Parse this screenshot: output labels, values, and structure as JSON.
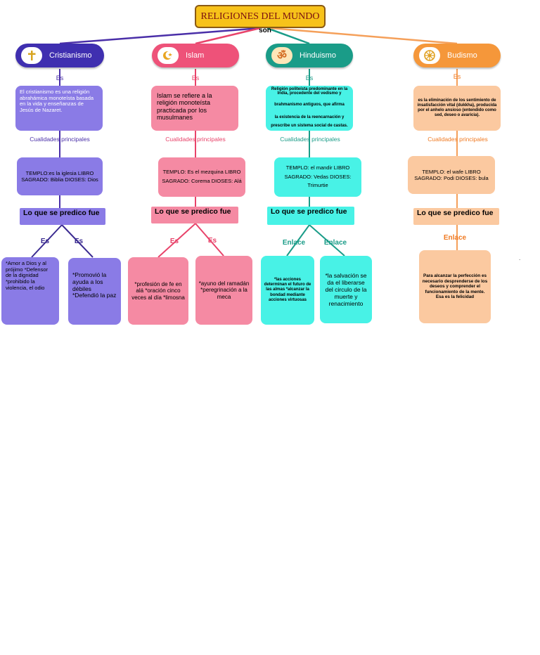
{
  "title": "RELIGIONES DEL MUNDO",
  "son": "son",
  "colors": {
    "cristianismo": "#7b6ee0",
    "islam": "#ef5f7e",
    "hinduismo": "#1a9c88",
    "budismo": "#f5973a"
  },
  "cristianismo": {
    "name": "Cristianismo",
    "icon": "cross-icon",
    "es": "Es",
    "definition": "El cristianismo es una religión abrahámica monoteísta basada en la vida y enseñanzas de Jesús de Nazaret.",
    "cualidades": "Cualidades principales",
    "qualities": "TEMPLO:es la iglesia LIBRO SAGRADO: Biblia DIOSES: Dios",
    "predico": "Lo que se predico fue",
    "es_left": "Es",
    "es_right": "Es",
    "left_text": "*Amor a Dios y al prójimo *Defensor de la dignidad *prohibido la violencia, el odio",
    "right_text": "*Promovió la ayuda a los débiles *Defendió la paz"
  },
  "islam": {
    "name": "Islam",
    "icon": "crescent-star-icon",
    "es": "Es",
    "definition": "Islam se refiere a la religión monoteísta practicada por los musulmanes",
    "cualidades": "Cualidades principales",
    "qualities": "TEMPLO: Es el mezquina LIBRO SAGRADO: Corema DIOSES: Alá",
    "predico": "Lo que se predico fue",
    "es_left": "Es",
    "es_right": "Es",
    "left_text": "*profesión de fe en alá *oración cinco veces al día *limosna",
    "right_text": "*ayuno del ramadán *peregrinación a la meca"
  },
  "hinduismo": {
    "name": "Hinduismo",
    "icon": "om-icon",
    "es": "Es",
    "definition_1": "Religión politeísta predominante en la India, procedente del vedismo y",
    "definition_2": "brahmanismo antiguos, que afirma",
    "definition_3": "la existencia de la reencarnación y",
    "definition_4": "prescribe un sistema social de castas.",
    "cualidades": "Cualidades principales",
    "qualities": "TEMPLO: el mandir LIBRO SAGRADO: Vedas DIOSES: Trimurtie",
    "predico": "Lo que se predico fue",
    "enlace_left": "Enlace",
    "enlace_right": "Enlace",
    "left_text": "*las acciones determinan el futuro de las almas *alcanzar la bondad mediante acciones virtuosas",
    "right_text": "*la salvación se da el liberarse del circulo de la muerte y renacimiento"
  },
  "budismo": {
    "name": "Budismo",
    "icon": "dharma-wheel-icon",
    "es": "Es",
    "definition": "es la eliminación de los sentimiento de insatisfacción vital (dukkha), producida por el anhelo ansioso (entendido como sed, deseo o avaricia).",
    "cualidades": "Cualidades principales",
    "qualities": "TEMPLO: el wafe LIBRO SAGRADO: Podi DIOSES: bula",
    "predico": "Lo que se predico fue",
    "enlace": "Enlace",
    "bottom_text": "Para alcanzar la perfección es necesario desprenderse de los deseos y comprender el funcionamiento de la mente. Esa es la felicidad"
  },
  "stray_dot": "."
}
